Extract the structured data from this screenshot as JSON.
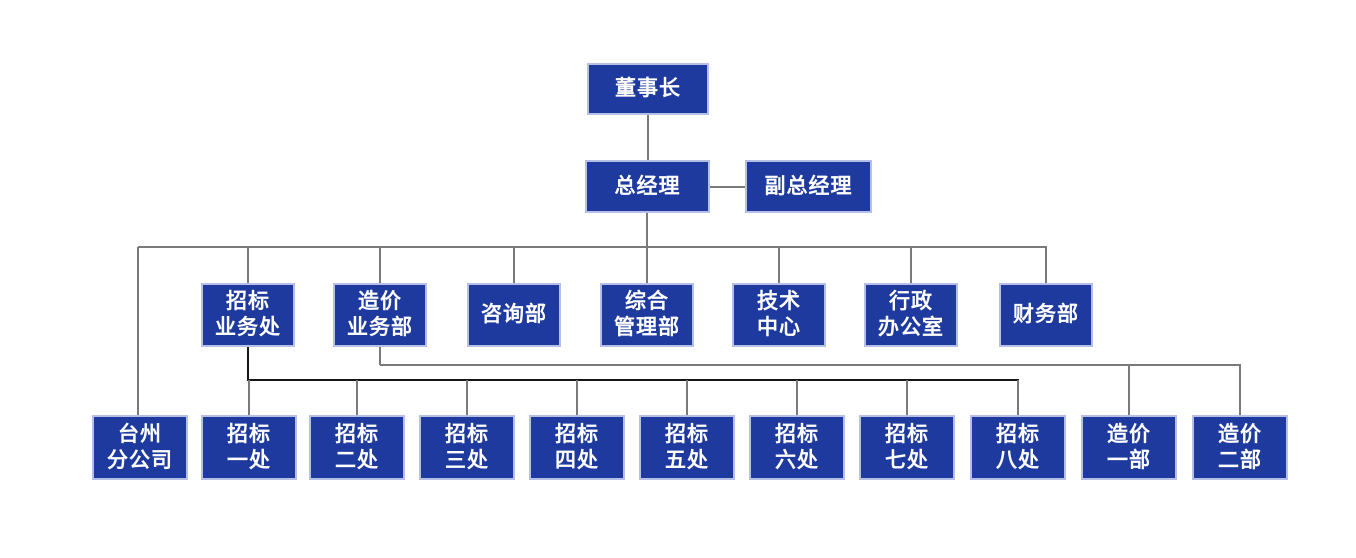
{
  "page": {
    "background": "#ffffff",
    "description": "Company organization chart"
  },
  "palette": {
    "box_fill": "#1e3a9f",
    "box_border": "#b6bfe8",
    "box_text": "#ffffff",
    "connector_gray": "#7a7a7a",
    "connector_dark": "#161616"
  },
  "org": {
    "chairman": {
      "label": "董事长"
    },
    "general_manager": {
      "label": "总经理"
    },
    "deputy_general_manager": {
      "label": "副总经理"
    },
    "departments": [
      {
        "lines": [
          "招标",
          "业务处"
        ]
      },
      {
        "lines": [
          "造价",
          "业务部"
        ]
      },
      {
        "lines": [
          "咨询部"
        ]
      },
      {
        "lines": [
          "综合",
          "管理部"
        ]
      },
      {
        "lines": [
          "技术",
          "中心"
        ]
      },
      {
        "lines": [
          "行政",
          "办公室"
        ]
      },
      {
        "lines": [
          "财务部"
        ]
      }
    ],
    "branches": [
      {
        "lines": [
          "台州",
          "分公司"
        ]
      },
      {
        "lines": [
          "招标",
          "一处"
        ]
      },
      {
        "lines": [
          "招标",
          "二处"
        ]
      },
      {
        "lines": [
          "招标",
          "三处"
        ]
      },
      {
        "lines": [
          "招标",
          "四处"
        ]
      },
      {
        "lines": [
          "招标",
          "五处"
        ]
      },
      {
        "lines": [
          "招标",
          "六处"
        ]
      },
      {
        "lines": [
          "招标",
          "七处"
        ]
      },
      {
        "lines": [
          "招标",
          "八处"
        ]
      },
      {
        "lines": [
          "造价",
          "一部"
        ]
      },
      {
        "lines": [
          "造价",
          "二部"
        ]
      }
    ]
  }
}
